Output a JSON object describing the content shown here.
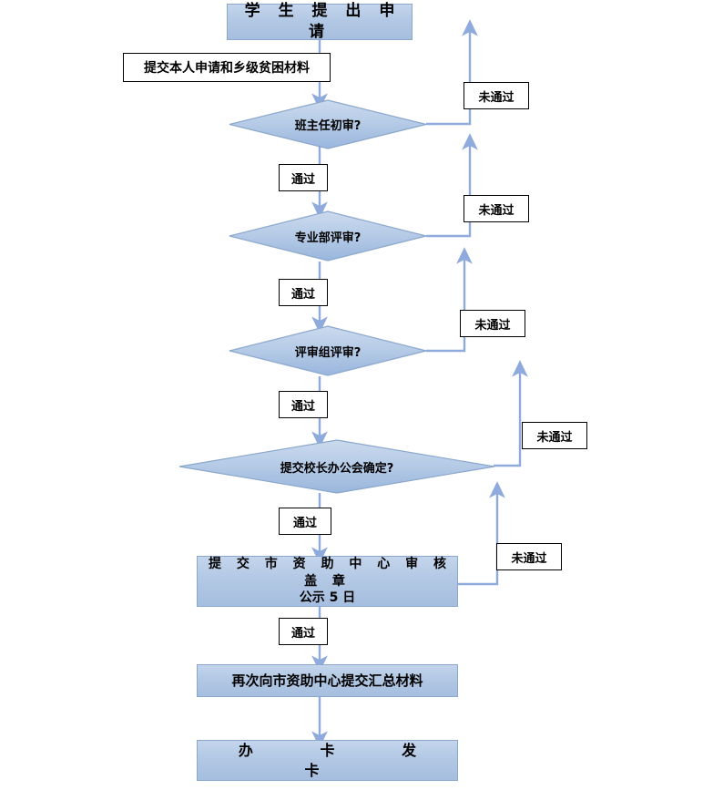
{
  "chart_data": {
    "type": "diagram",
    "title": "学生提出申请 助学金审批流程图",
    "flow_direction": "top-to-bottom",
    "node_count": 17
  },
  "theme": {
    "process_fill_top": "#c4d5ec",
    "process_fill_bottom": "#a6bedf",
    "process_border": "#8aa7cc",
    "connector_color": "#8faadc",
    "label_box_fill": "#ffffff",
    "label_box_border": "#000000",
    "text_color": "#000000",
    "page_background": "#ffffff"
  },
  "nodes": {
    "start": {
      "label": "学 生 提 出 申 请",
      "type": "terminator"
    },
    "submit_materials": {
      "label": "提交本人申请和乡级贫困材料",
      "type": "annotation"
    },
    "decision_1": {
      "label": "班主任初审?",
      "type": "decision"
    },
    "decision_2": {
      "label": "专业部评审?",
      "type": "decision"
    },
    "decision_3": {
      "label": "评审组评审?",
      "type": "decision"
    },
    "decision_4": {
      "label": "提交校长办公会确定?",
      "type": "decision"
    },
    "process_city_center": {
      "line1": "提 交 市 资 助 中 心 审 核 盖 章",
      "line2": "公示 5 日",
      "type": "process"
    },
    "process_resubmit": {
      "label": "再次向市资助中心提交汇总材料",
      "type": "process"
    },
    "end_card": {
      "label": "办 卡 发 卡",
      "type": "terminator"
    }
  },
  "edge_labels": {
    "pass_1": "通过",
    "pass_2": "通过",
    "pass_3": "通过",
    "pass_4": "通过",
    "pass_5": "通过",
    "fail_1": "未通过",
    "fail_2": "未通过",
    "fail_3": "未通过",
    "fail_4": "未通过",
    "fail_5": "未通过"
  }
}
